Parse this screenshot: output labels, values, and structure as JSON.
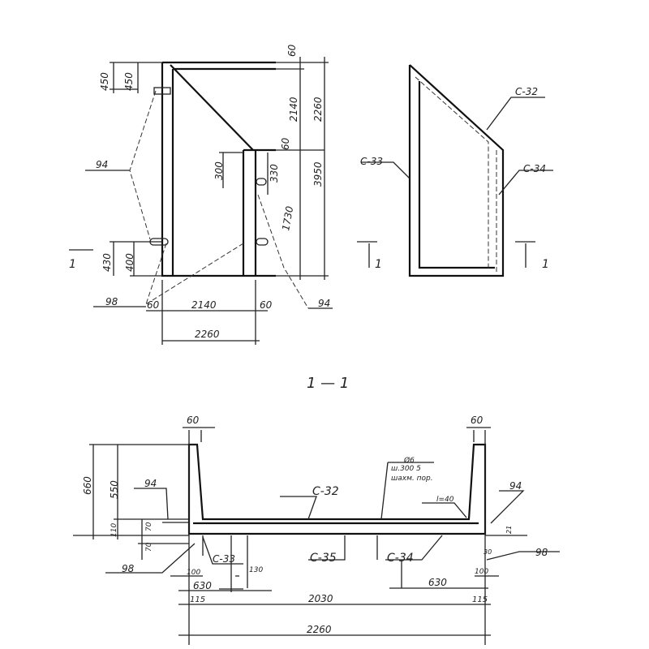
{
  "plan": {
    "d60top": "60",
    "d450a": "450",
    "d450b": "450",
    "d2140": "2140",
    "d2260": "2260",
    "d3950": "3950",
    "d60mid": "60",
    "d300": "300",
    "d330": "330",
    "d1730": "1730",
    "d430": "430",
    "d400": "400",
    "d60l": "60",
    "d2140b": "2140",
    "d60r": "60",
    "d2260b": "2260",
    "m94l": "94",
    "m98": "98",
    "m94r": "94",
    "cut": "1"
  },
  "side": {
    "c32": "С-32",
    "c33": "С-33",
    "c34": "С-34",
    "cut": "1"
  },
  "section_title": "1 — 1",
  "section": {
    "d60l": "60",
    "d60r": "60",
    "d660": "660",
    "d550": "550",
    "d110": "110",
    "d70a": "70",
    "d70b": "70",
    "m94l": "94",
    "m94r": "94",
    "c32": "С-32",
    "note1": "Ø6",
    "note2": "ш.300 5",
    "note3": "шахм. пор.",
    "note4": "l=40",
    "c33": "С-33",
    "c35": "С-35",
    "c34": "С-34",
    "m98l": "98",
    "m98r": "98",
    "d100l": "100",
    "d130": "130",
    "d630l": "630",
    "d30": "30",
    "d100r": "100",
    "d630r": "630",
    "d115l": "115",
    "d2030": "2030",
    "d115r": "115",
    "d2260": "2260",
    "d21": "21"
  }
}
